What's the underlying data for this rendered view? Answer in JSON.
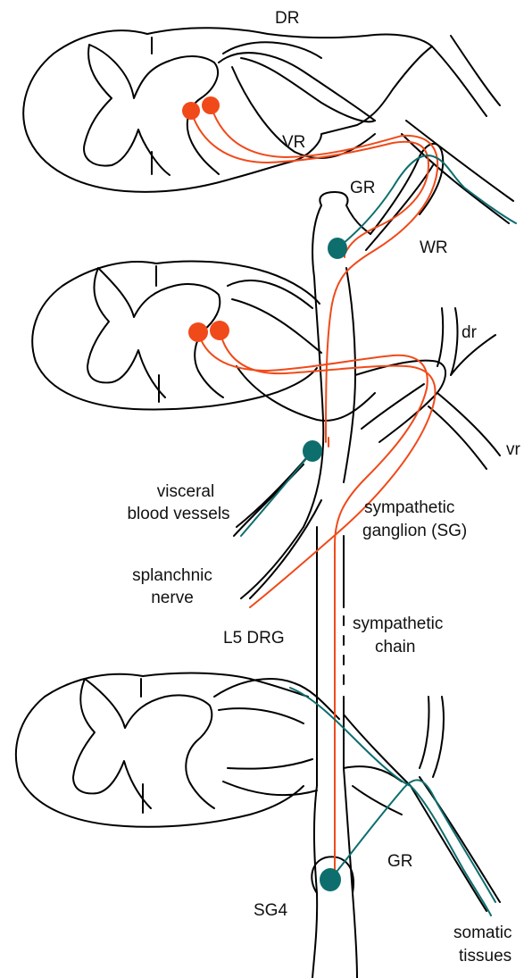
{
  "colors": {
    "preganglionic": "#f04a1a",
    "postganglionic": "#0e6e6e",
    "outline": "#000000",
    "background": "#ffffff"
  },
  "labels": {
    "dr_upper": "DR",
    "vr_upper": "VR",
    "gr_upper": "GR",
    "wr": "WR",
    "dr_lower": "dr",
    "vr_lower": "vr",
    "visceral_1": "visceral",
    "visceral_2": "blood vessels",
    "sg_1": "sympathetic",
    "sg_2": "ganglion (SG)",
    "splanchnic_1": "splanchnic",
    "splanchnic_2": "nerve",
    "l5drg": "L5 DRG",
    "chain_1": "sympathetic",
    "chain_2": "chain",
    "gr_lower": "GR",
    "sg4": "SG4",
    "somatic_1": "somatic",
    "somatic_2": "tissues"
  }
}
